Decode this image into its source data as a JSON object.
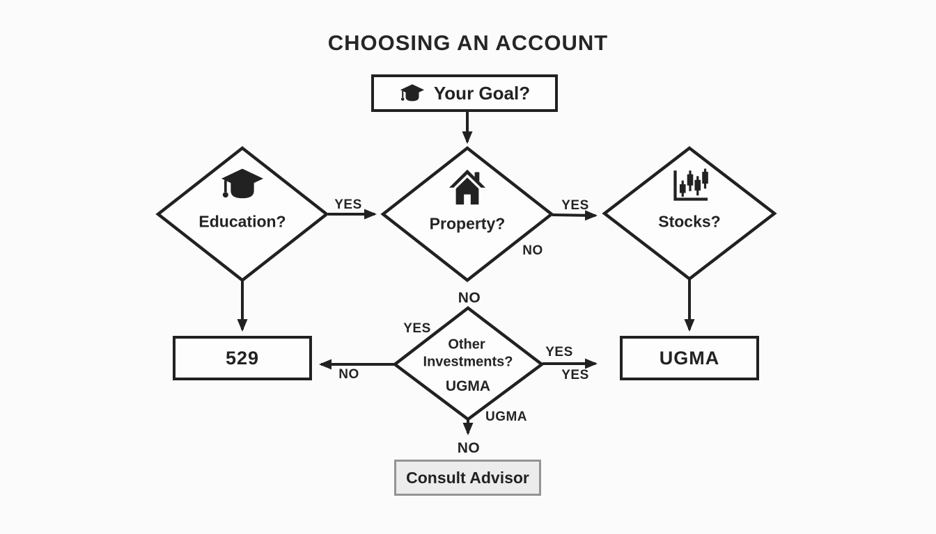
{
  "title": "CHOOSING AN ACCOUNT",
  "nodes": {
    "goal": {
      "label": "Your Goal?",
      "icon": "graduation-cap-icon"
    },
    "education": {
      "label": "Education?",
      "icon": "graduation-cap-icon"
    },
    "property": {
      "label": "Property?",
      "icon": "house-icon"
    },
    "stocks": {
      "label": "Stocks?",
      "icon": "candlestick-chart-icon"
    },
    "other_investments": {
      "line1": "Other",
      "line2": "Investments?",
      "line3": "UGMA"
    },
    "account_529": {
      "label": "529"
    },
    "account_ugma": {
      "label": "UGMA"
    },
    "consult_advisor": {
      "label": "Consult Advisor"
    }
  },
  "edge_labels": {
    "education_to_property": "YES",
    "property_to_stocks": "YES",
    "property_no_lower_right": "NO",
    "property_to_other_no": "NO",
    "other_upper_left_yes": "YES",
    "other_to_529_no": "NO",
    "other_to_ugma_yes_top": "YES",
    "other_to_ugma_yes_bottom": "YES",
    "other_bottom_ugma": "UGMA",
    "other_to_consult_no": "NO"
  },
  "colors": {
    "ink": "#222222",
    "background": "#fbfbfb",
    "node_fill": "#fdfdfd",
    "consult_fill": "#ececec",
    "consult_border": "#949494"
  }
}
